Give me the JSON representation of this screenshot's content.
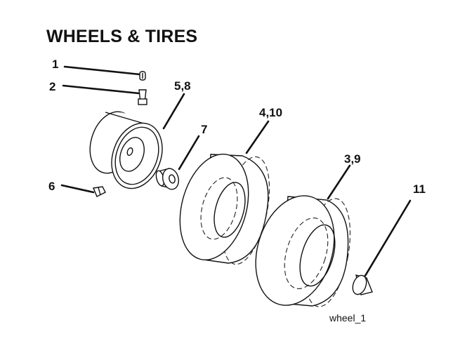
{
  "title": "WHEELS & TIRES",
  "callouts": [
    {
      "id": "valve-cap",
      "label": "1"
    },
    {
      "id": "valve-stem",
      "label": "2"
    },
    {
      "id": "rim",
      "label": "5,8"
    },
    {
      "id": "bushing",
      "label": "7"
    },
    {
      "id": "front-tire",
      "label": "4,10"
    },
    {
      "id": "fitting",
      "label": "6"
    },
    {
      "id": "rear-tire",
      "label": "3,9"
    },
    {
      "id": "hub-cap",
      "label": "11"
    }
  ],
  "caption": "wheel_1"
}
